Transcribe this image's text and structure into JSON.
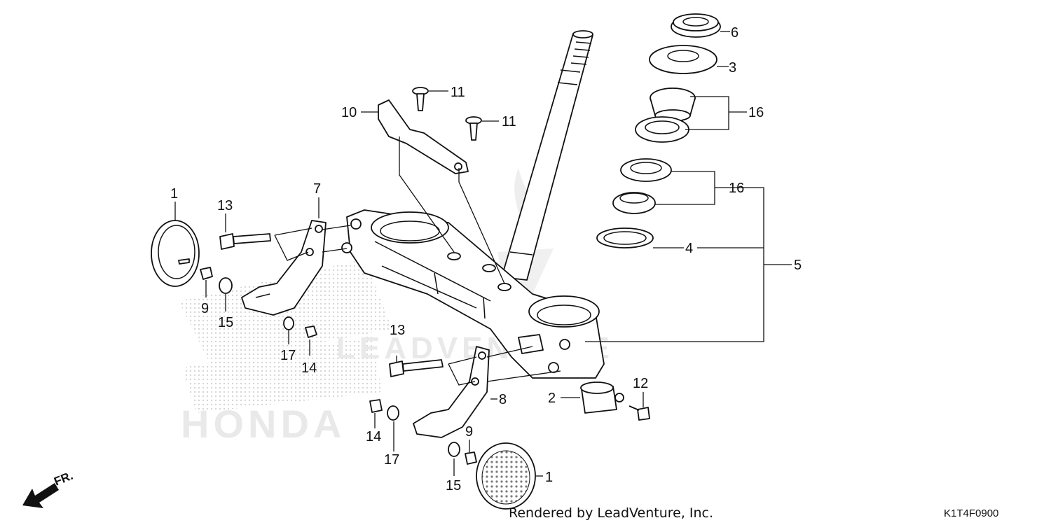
{
  "labels": {
    "l1a": "1",
    "l1b": "1",
    "l2": "2",
    "l3": "3",
    "l4": "4",
    "l5": "5",
    "l6": "6",
    "l7": "7",
    "l8": "8",
    "l9a": "9",
    "l9b": "9",
    "l10": "10",
    "l11a": "11",
    "l11b": "11",
    "l12": "12",
    "l13a": "13",
    "l13b": "13",
    "l14a": "14",
    "l14b": "14",
    "l15a": "15",
    "l15b": "15",
    "l16a": "16",
    "l16b": "16",
    "l17a": "17",
    "l17b": "17"
  },
  "credit": "Rendered by LeadVenture, Inc.",
  "diagram_code": "K1T4F0900",
  "front_indicator": "FR.",
  "watermarks": {
    "brand": "LEADVENTURE",
    "honda": "HONDA"
  },
  "icons": {
    "front_arrow": "arrow-down-left-icon",
    "logo": "flame-logo-icon",
    "honda_wing": "honda-wing-logo"
  }
}
